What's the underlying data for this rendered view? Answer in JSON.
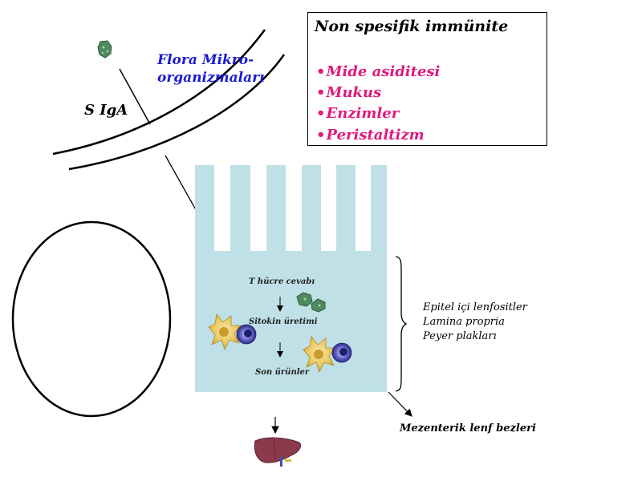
{
  "non_specific_box": {
    "title": "Non spesifik immünite",
    "items": [
      "Mide asiditesi",
      "Mukus",
      "Enzimler",
      "Peristaltizm"
    ]
  },
  "flora_label": {
    "line1": "Flora Mikro-",
    "line2": "organizmaları"
  },
  "siga_label": "S IgA",
  "cascade": {
    "step1": "T hücre cevabı",
    "step2": "Sitokin üretimi",
    "step3": "Son ürünler"
  },
  "brace_items": [
    "Epitel içi lenfositler",
    "Lamina propria",
    "Peyer plakları"
  ],
  "mesenteric_label": "Mezenterik lenf bezleri",
  "colors": {
    "epithelium": "#bfe0e6",
    "bullet_text": "#e0197d",
    "flora_text": "#1a1ad6",
    "liver": "#8b3a4c",
    "microbe": "#4f8a5f",
    "cell_body": "#e8c65a",
    "lymphocyte": "#4a4ab8"
  },
  "icons": [
    "microbe-icon",
    "cell-icon",
    "lymphocyte-icon",
    "liver-icon"
  ]
}
